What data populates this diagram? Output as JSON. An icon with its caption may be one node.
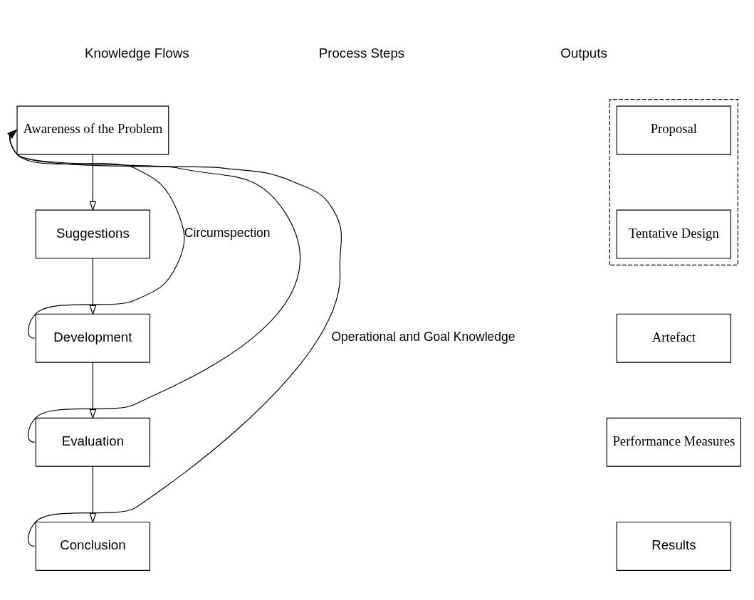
{
  "diagram": {
    "nodes": [
      {
        "text": [
          "Awareness of the Problem"
        ]
      },
      {
        "text": [
          "Suggestions"
        ]
      },
      {
        "text": [
          "Development"
        ]
      },
      {
        "text": [
          "Evaluation"
        ]
      },
      {
        "text": [
          "Conclusion"
        ]
      },
      {
        "text": [],
        "shape": "box"
      },
      {
        "text": [
          "Proposal"
        ],
        "in": 5
      },
      {
        "text": [
          "Tentative Design"
        ],
        "in": 5
      },
      {
        "text": [
          "Artefact"
        ]
      },
      {
        "text": [
          "Performance Measures"
        ]
      },
      {
        "text": [
          "Results"
        ]
      }
    ],
    "edges": [
      {
        "from": 0,
        "to": 1,
        "arrow": "to"
      },
      {
        "from": 1,
        "to": 2,
        "arrow": "to"
      },
      {
        "from": 2,
        "to": 3,
        "arrow": "to"
      },
      {
        "from": 3,
        "to": 4,
        "arrow": "to"
      },
      {
        "from": 2,
        "to": 0,
        "arrow": "to",
        "label": "Circumspection"
      },
      {
        "from": 3,
        "to": 0,
        "arrow": "to"
      },
      {
        "from": 4,
        "to": 0,
        "arrow": "to",
        "label": "Operational and Goal Knowledge"
      }
    ],
    "labels": [
      "Knowledge Flows",
      "Process Steps",
      "Outputs"
    ]
  }
}
